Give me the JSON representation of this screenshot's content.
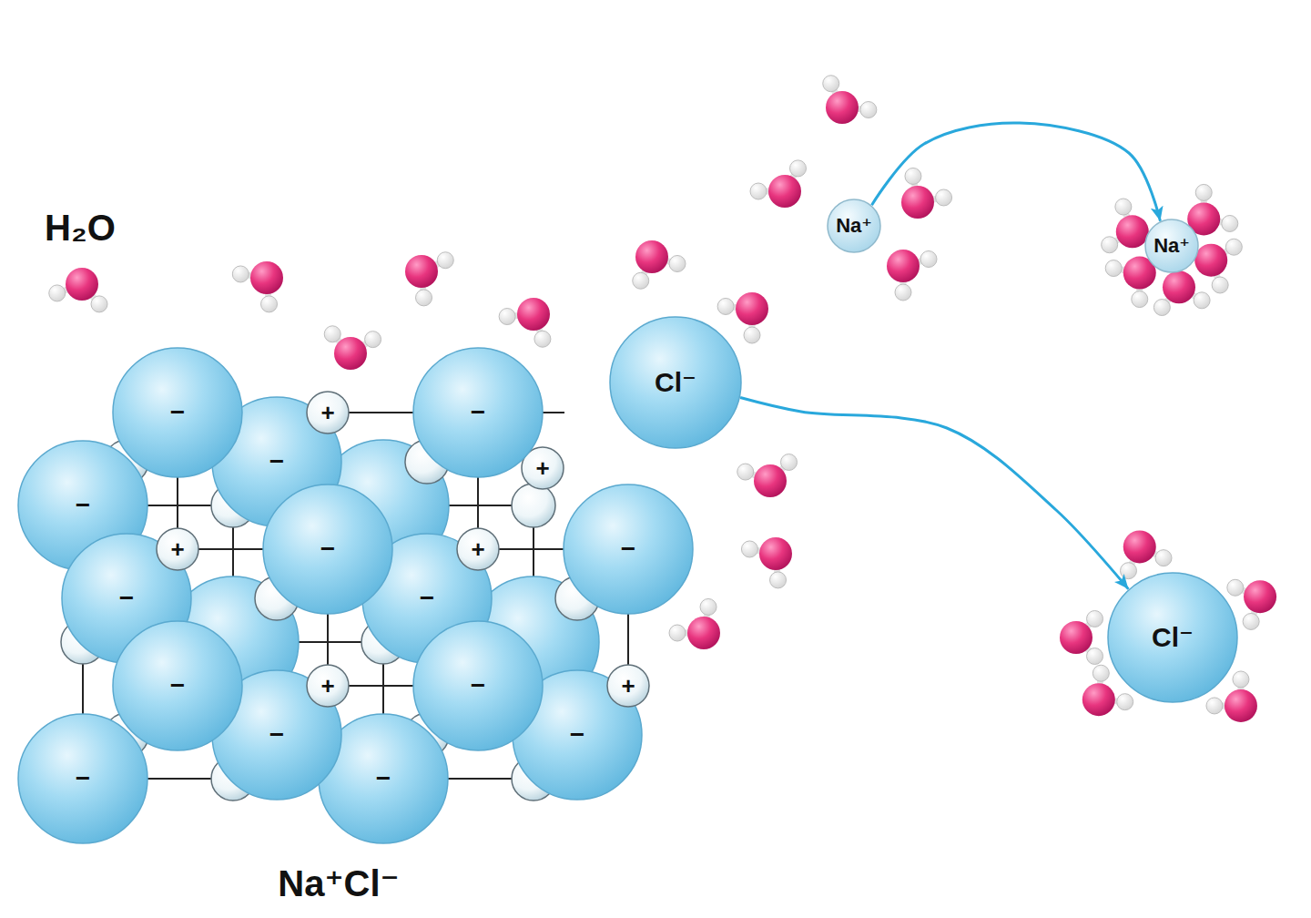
{
  "diagram": {
    "nodes": [
      {
        "text": [
          "Na⁺"
        ]
      },
      {
        "text": [
          "Na⁺"
        ]
      },
      {
        "text": [
          "Cl⁻"
        ]
      },
      {
        "text": [
          "−"
        ]
      },
      {
        "text": [
          "−"
        ]
      },
      {
        "text": [
          "−"
        ]
      },
      {
        "text": [
          "−"
        ]
      },
      {
        "text": [
          "+"
        ]
      },
      {
        "text": [
          "−"
        ]
      },
      {
        "text": [
          "−"
        ]
      },
      {
        "text": [
          "−"
        ]
      },
      {
        "text": [
          "−"
        ]
      },
      {
        "text": [
          "−"
        ]
      },
      {
        "text": [
          "+"
        ]
      },
      {
        "text": [
          "−"
        ]
      },
      {
        "text": [
          "+"
        ]
      },
      {
        "text": [
          "−"
        ]
      },
      {
        "text": [
          "+"
        ]
      },
      {
        "text": [
          "−"
        ]
      },
      {
        "text": [
          "−"
        ]
      },
      {
        "text": [
          "+"
        ]
      },
      {
        "text": [
          "−"
        ]
      },
      {
        "text": [
          "+"
        ]
      },
      {
        "text": [
          "Cl⁻"
        ]
      }
    ],
    "edges": [
      {
        "from": 0,
        "to": 1,
        "arrow": "to"
      },
      {
        "from": 2,
        "to": 23,
        "arrow": "to"
      }
    ],
    "labels": [
      "H₂O",
      "Na⁺Cl⁻"
    ]
  }
}
